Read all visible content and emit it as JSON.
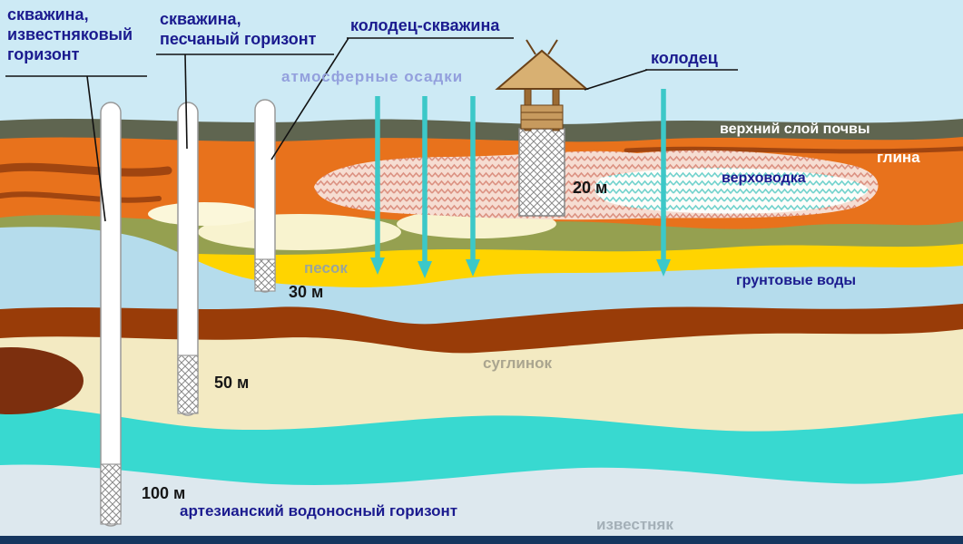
{
  "labels": {
    "well_limestone": [
      "скважина,",
      "известняковый",
      "горизонт"
    ],
    "well_sand": [
      "скважина,",
      "песчаный горизонт"
    ],
    "well_borehole": "колодец-скважина",
    "precipitation": "атмосферные осадки",
    "well": "колодец",
    "topsoil": "верхний слой почвы",
    "clay": "глина",
    "perched_water": "верховодка",
    "sand": "песок",
    "groundwater": "грунтовые воды",
    "loam": "суглинок",
    "artesian": "артезианский водоносный горизонт",
    "limestone": "известняк"
  },
  "depths": {
    "well": "20 м",
    "borehole_30": "30 м",
    "borehole_50": "50 м",
    "borehole_100": "100 м"
  },
  "colors": {
    "sky": "#cdeaf5",
    "topsoil": "#5f6550",
    "clay": "#e8721c",
    "olive": "#95a050",
    "sand": "#ffd400",
    "groundwater": "#b5dcec",
    "brown": "#993c08",
    "loam": "#f3eac2",
    "artesian": "#38d9d0",
    "limestone": "#dde8ee",
    "bottom_strip": "#15365f",
    "maroon_patch": "#7c2f0e",
    "cream_patch": "#f8f3cf",
    "label_navy": "#1b1b8f",
    "label_dark": "#161616",
    "label_white": "#ffffff",
    "label_gray_sand": "#9aa59b",
    "label_gray_loam": "#aaa58f",
    "label_gray_limestone": "#a4b0b8",
    "precipitation_text": "#93a0dd",
    "arrow": "#3cc8c8"
  }
}
